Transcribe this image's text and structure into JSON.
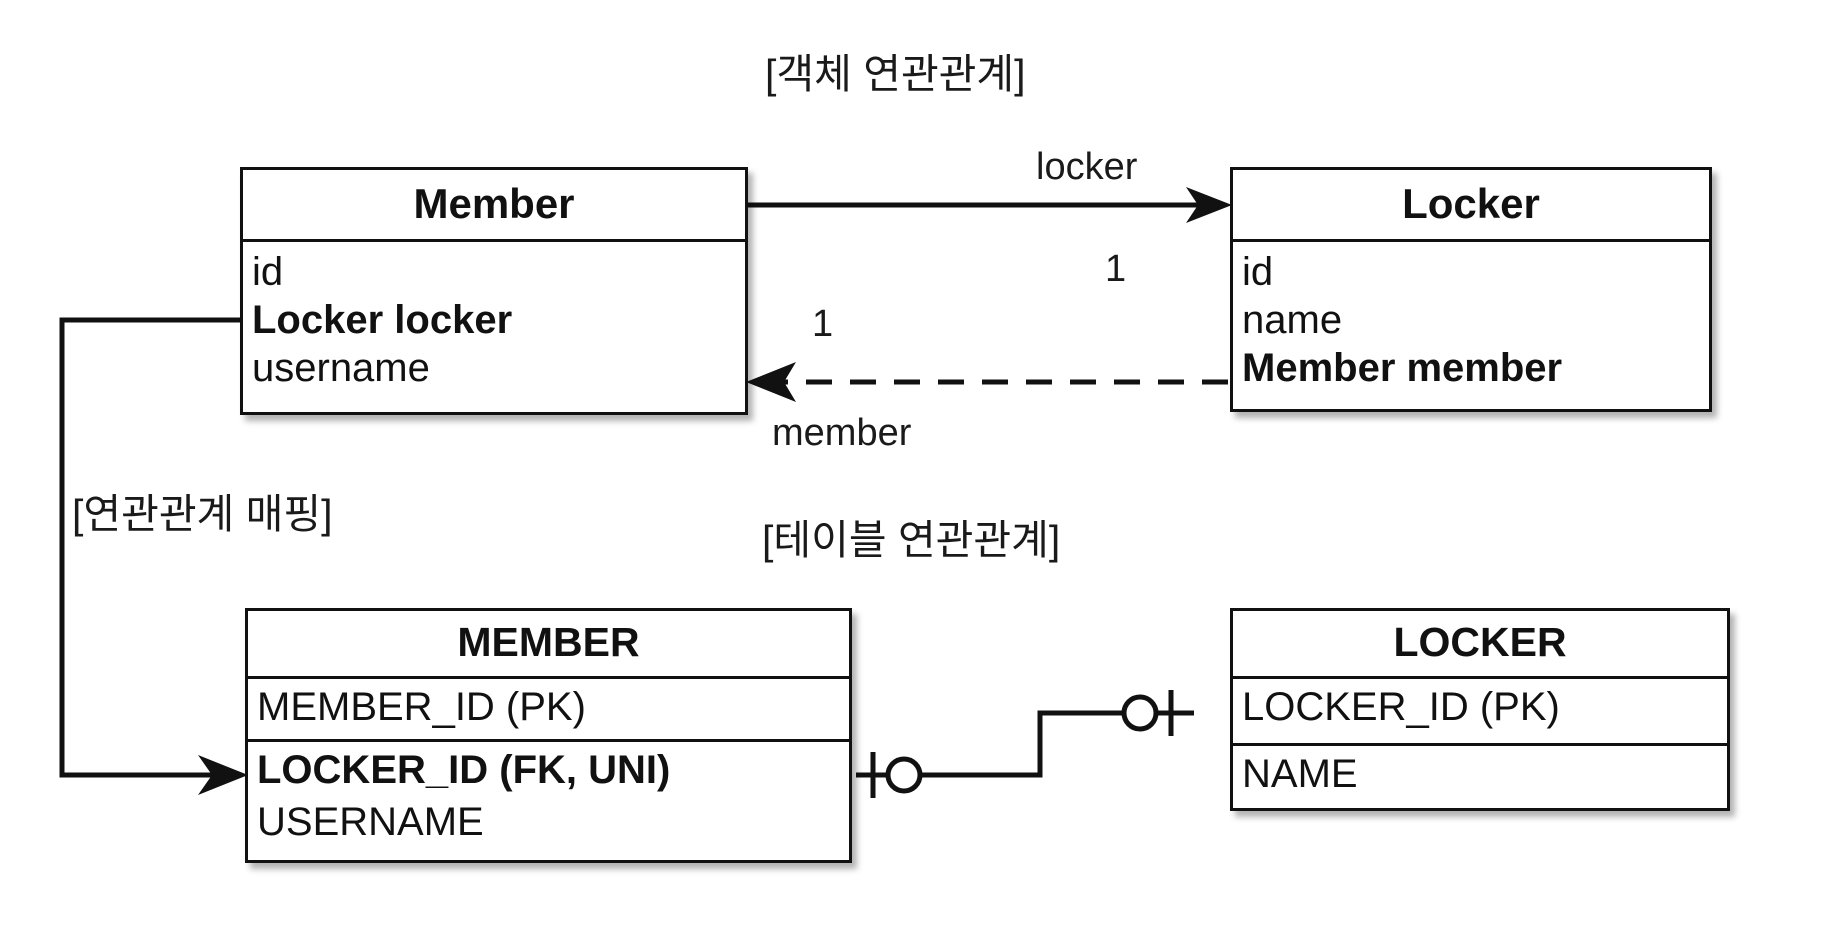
{
  "diagram": {
    "type": "uml-class-and-er-mapping",
    "background_color": "#ffffff",
    "line_color": "#111111"
  },
  "captions": {
    "object_association": "[객체 연관관계]",
    "association_mapping": "[연관관계 매핑]",
    "table_association": "[테이블 연관관계]"
  },
  "class_diagram": {
    "member": {
      "title": "Member",
      "attributes": [
        {
          "text": "id",
          "bold": false
        },
        {
          "text": "Locker locker",
          "bold": true
        },
        {
          "text": "username",
          "bold": false
        }
      ]
    },
    "locker": {
      "title": "Locker",
      "attributes": [
        {
          "text": "id",
          "bold": false
        },
        {
          "text": "name",
          "bold": false
        },
        {
          "text": "Member member",
          "bold": true
        }
      ]
    },
    "edges": {
      "member_to_locker": {
        "role_label": "locker",
        "multiplicity": "1",
        "style": "solid",
        "direction": "Member -> Locker"
      },
      "locker_to_member": {
        "role_label": "member",
        "multiplicity": "1",
        "style": "dashed",
        "direction": "Locker -> Member"
      }
    }
  },
  "table_diagram": {
    "member_table": {
      "title": "MEMBER",
      "columns": [
        {
          "text": "MEMBER_ID (PK)",
          "bold": false
        },
        {
          "text": "LOCKER_ID (FK, UNI)",
          "bold": true
        },
        {
          "text": "USERNAME",
          "bold": false
        }
      ]
    },
    "locker_table": {
      "title": "LOCKER",
      "columns": [
        {
          "text": "LOCKER_ID (PK)",
          "bold": false
        },
        {
          "text": "NAME",
          "bold": false
        }
      ]
    },
    "relationship": {
      "member_side_cardinality": "one-and-only-one-to-zero-or-one",
      "locker_side_cardinality": "zero-or-one",
      "notation": "crows-foot"
    }
  },
  "mapping_edge": {
    "from": "Member.Locker locker",
    "to": "MEMBER.LOCKER_ID (FK, UNI)",
    "style": "solid-elbow-arrow"
  }
}
